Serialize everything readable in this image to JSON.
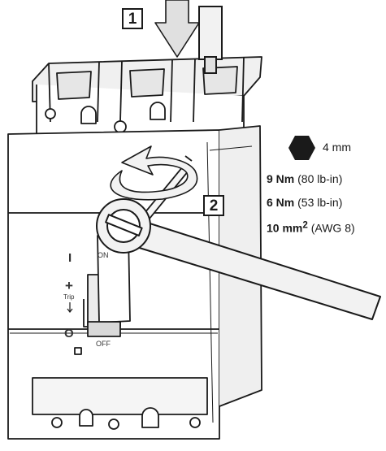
{
  "steps": {
    "step1": "1",
    "step2": "2"
  },
  "specs": {
    "hex_size": "4 mm",
    "torque1_value": "9 Nm",
    "torque1_imperial": "(80 lb-in)",
    "torque2_value": "6 Nm",
    "torque2_imperial": "(53 lb-in)",
    "wire_value": "10 mm",
    "wire_sup": "2",
    "wire_awg": "(AWG 8)"
  },
  "breaker": {
    "on_symbol": "I",
    "on_label": "ON",
    "trip_symbol": "+",
    "trip_label": "Trip",
    "off_symbol": "O",
    "off_label": "OFF"
  },
  "colors": {
    "line": "#1a1a1a",
    "body": "#ffffff",
    "shade": "#e6e6e6",
    "tool": "#f2f2f2"
  }
}
